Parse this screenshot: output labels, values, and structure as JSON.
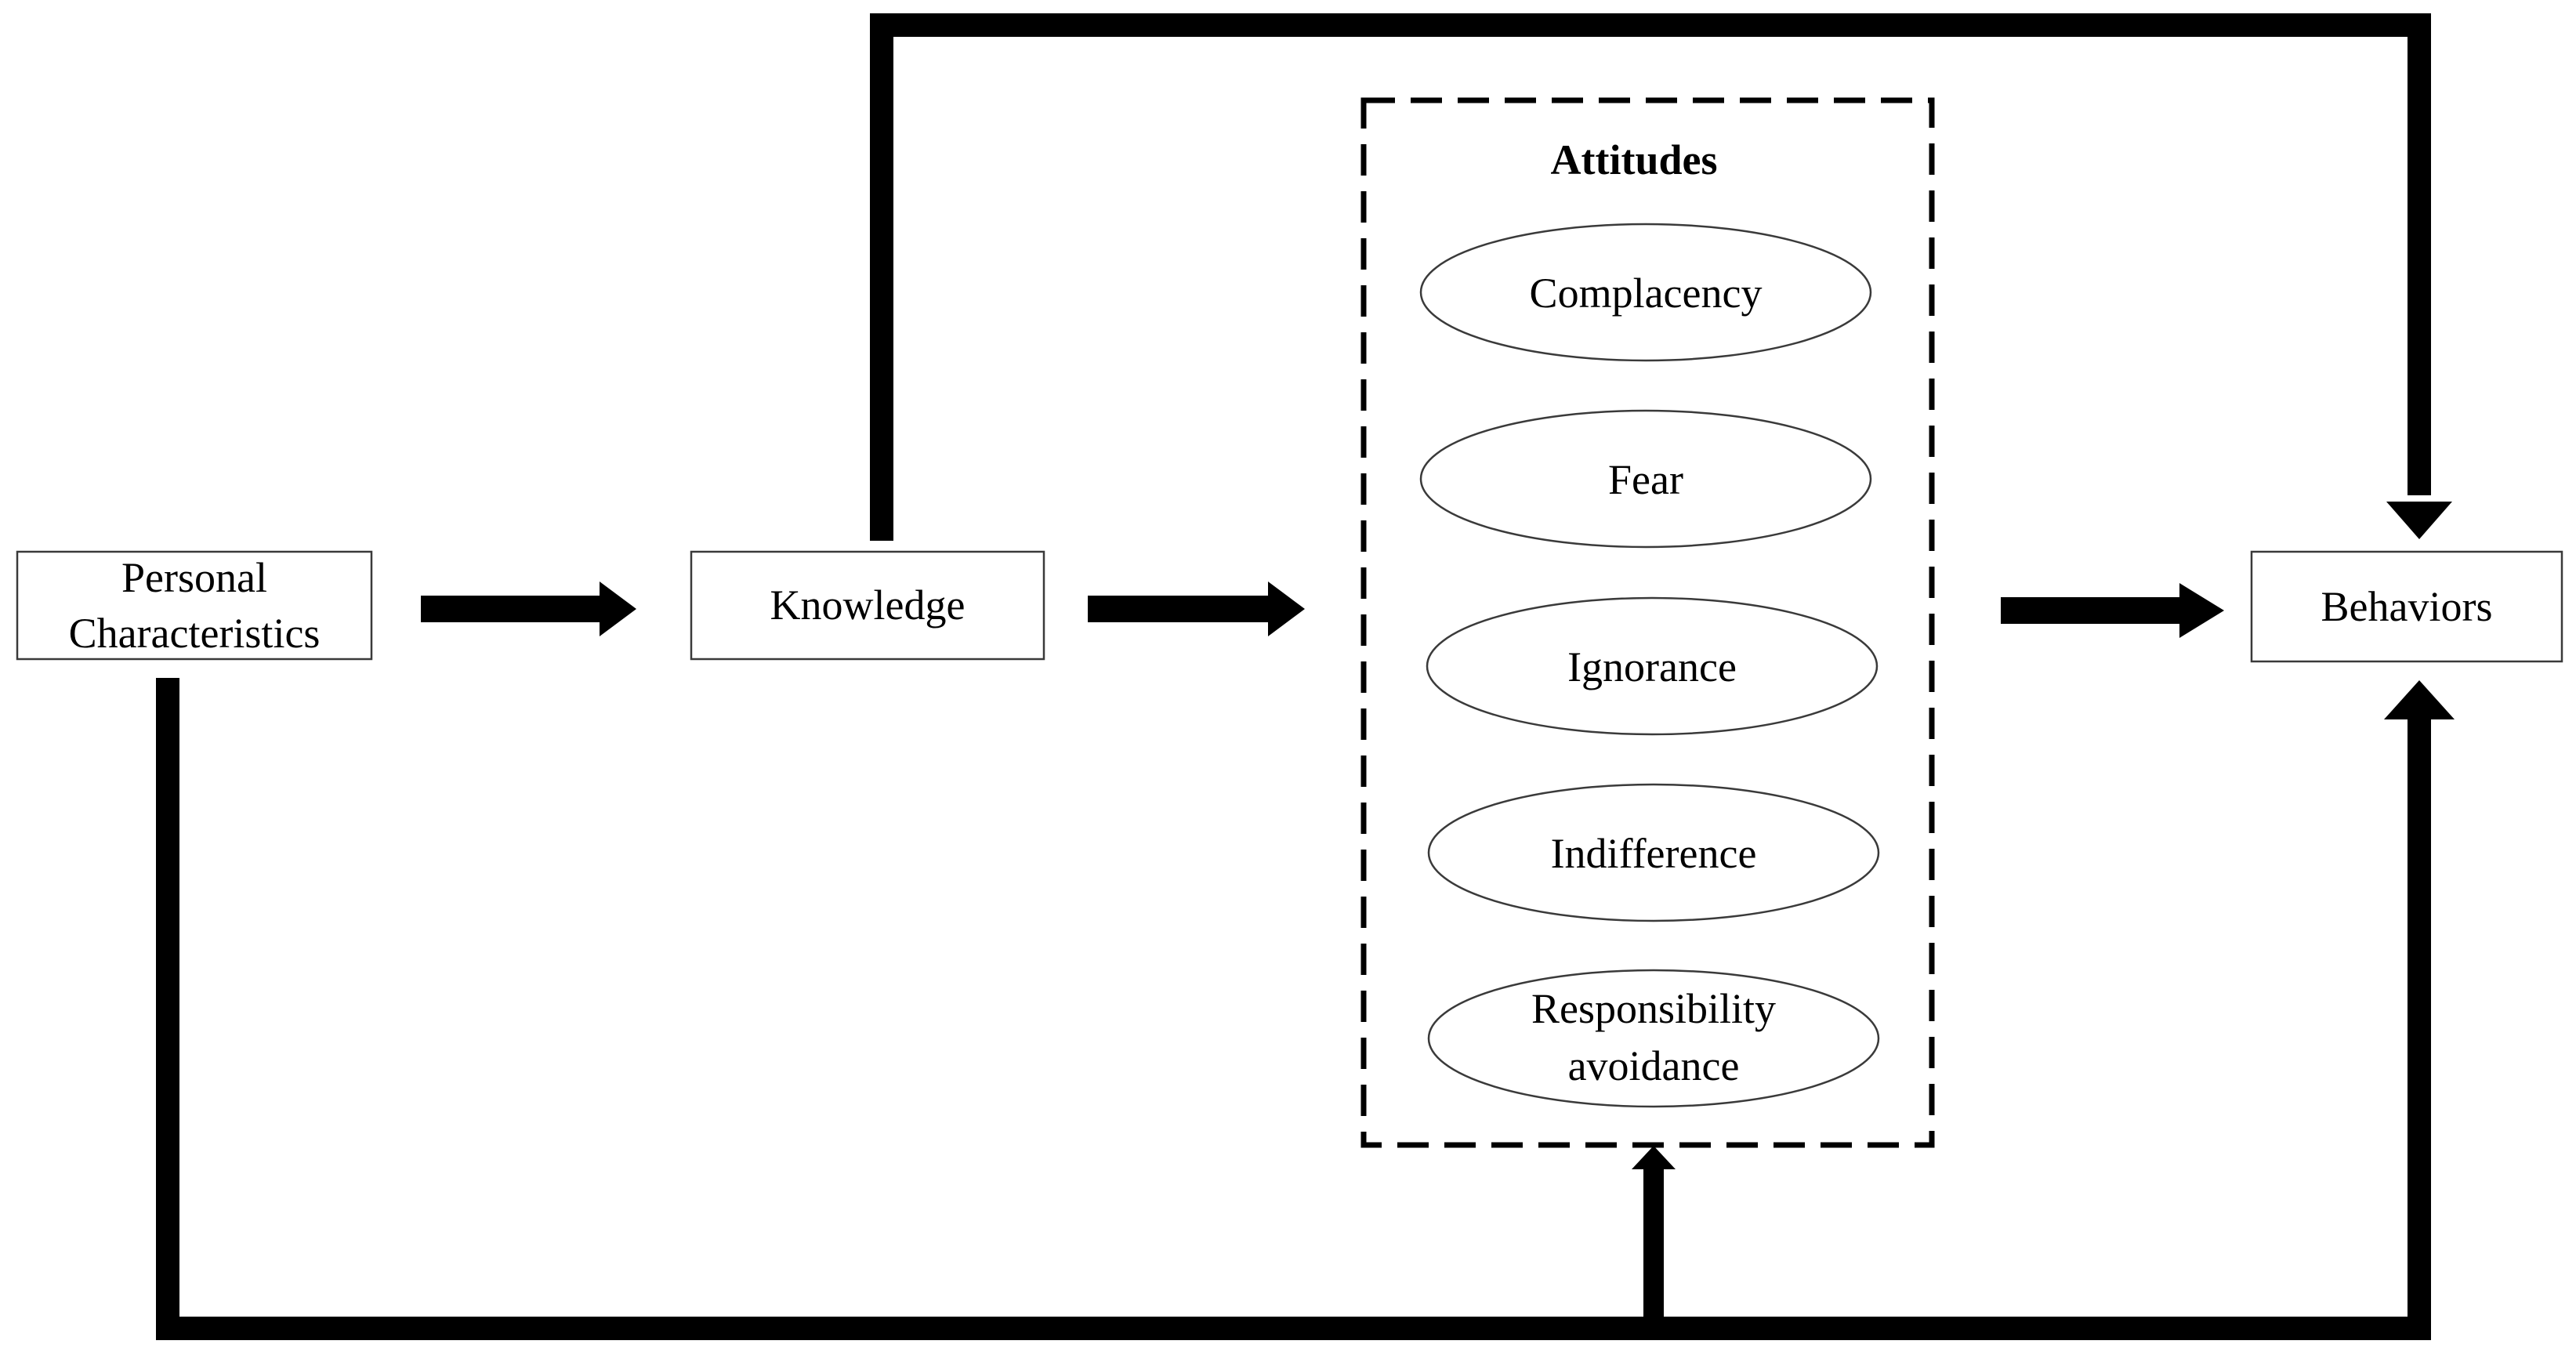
{
  "diagram": {
    "nodes": {
      "personal_characteristics": [
        "Personal",
        "Characteristics"
      ],
      "knowledge": "Knowledge",
      "behaviors": "Behaviors"
    },
    "attitudes_group": {
      "title": "Attitudes",
      "items": [
        {
          "lines": [
            "Complacency"
          ]
        },
        {
          "lines": [
            "Fear"
          ]
        },
        {
          "lines": [
            "Ignorance"
          ]
        },
        {
          "lines": [
            "Indifference"
          ]
        },
        {
          "lines": [
            "Responsibility",
            "avoidance"
          ]
        }
      ]
    },
    "edges": [
      {
        "from": "Personal Characteristics",
        "to": "Knowledge"
      },
      {
        "from": "Knowledge",
        "to": "Attitudes"
      },
      {
        "from": "Attitudes",
        "to": "Behaviors"
      },
      {
        "from": "Knowledge",
        "to": "Behaviors"
      },
      {
        "from": "Personal Characteristics",
        "to": "Behaviors"
      },
      {
        "from": "Personal Characteristics",
        "to": "Attitudes"
      }
    ],
    "colors": {
      "line": "#000000",
      "box_border": "#3a3a3a",
      "background": "#ffffff"
    }
  }
}
